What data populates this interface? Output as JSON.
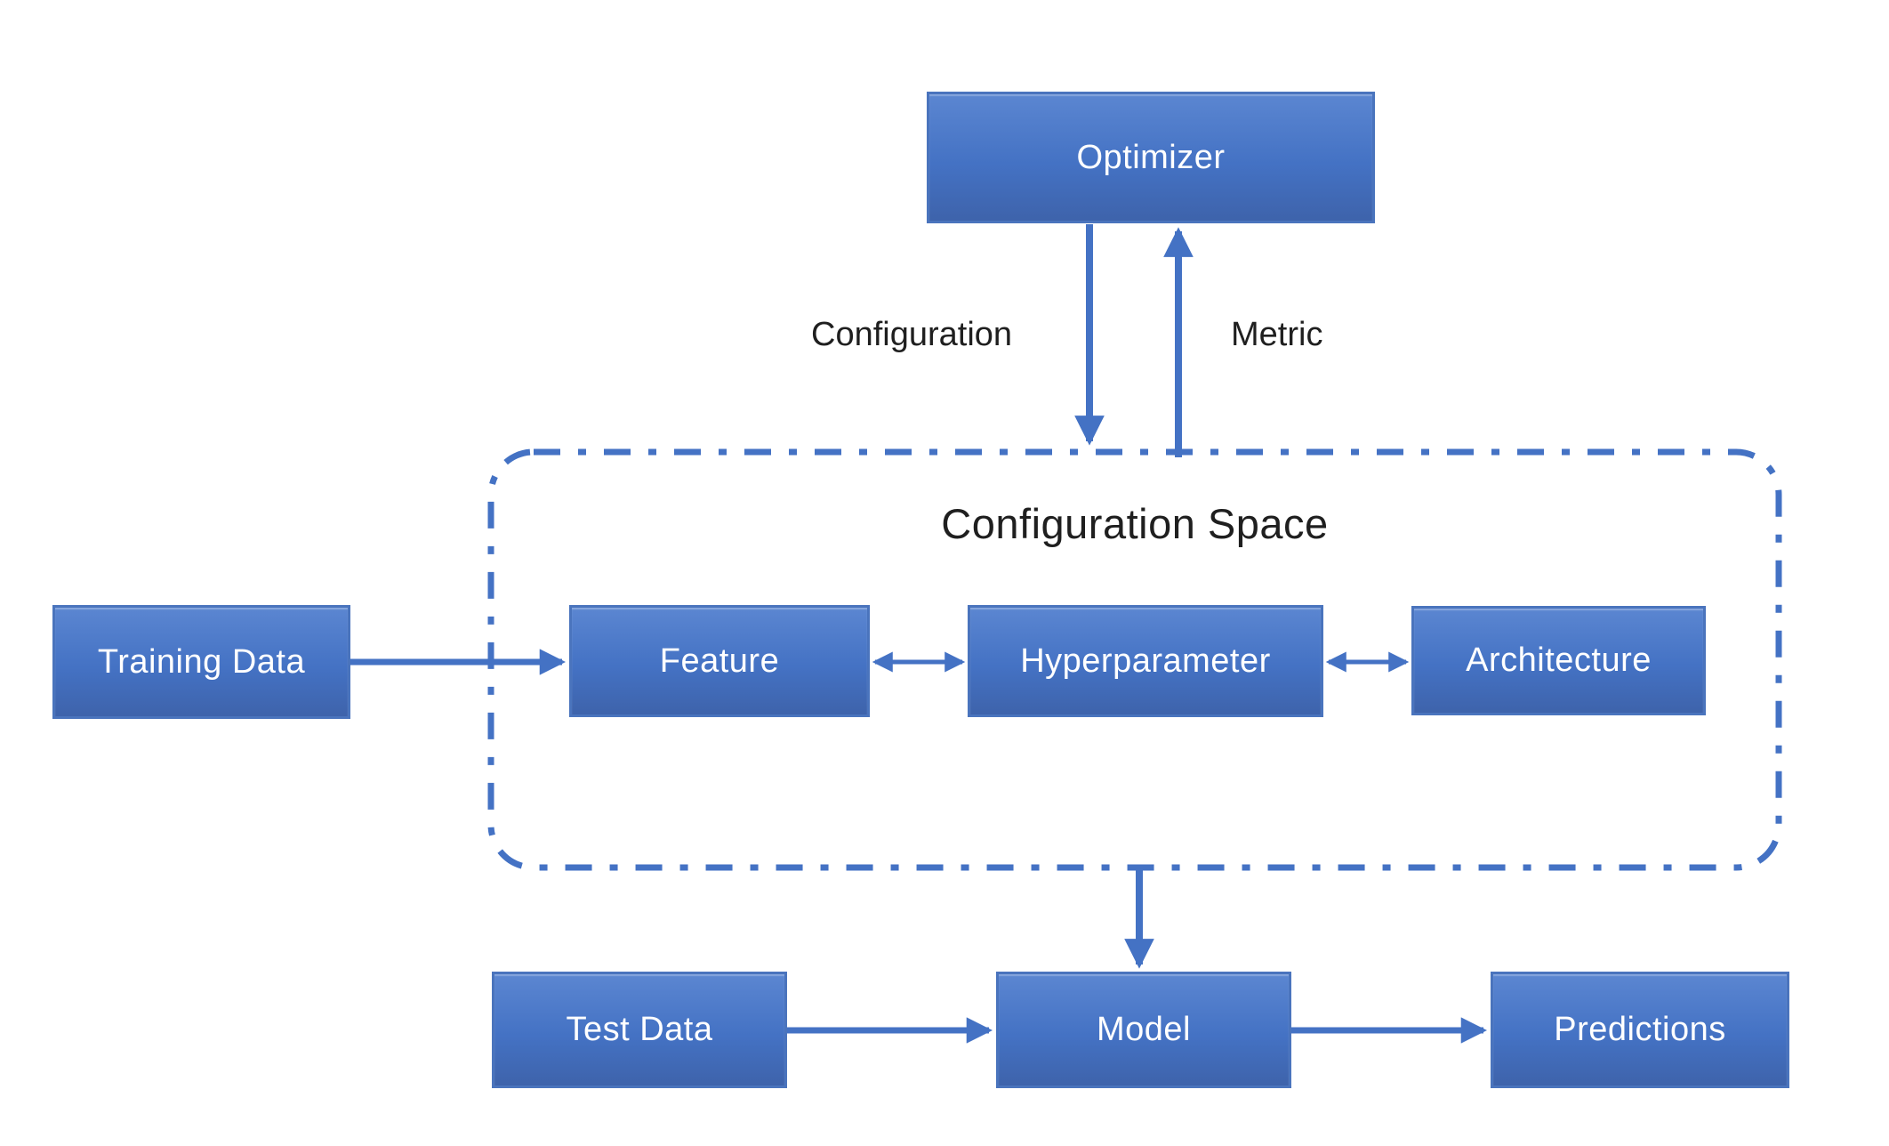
{
  "diagram": {
    "title": "Configuration Space",
    "nodes": {
      "optimizer": {
        "label": "Optimizer"
      },
      "training_data": {
        "label": "Training Data"
      },
      "feature": {
        "label": "Feature"
      },
      "hyperparameter": {
        "label": "Hyperparameter"
      },
      "architecture": {
        "label": "Architecture"
      },
      "test_data": {
        "label": "Test Data"
      },
      "model": {
        "label": "Model"
      },
      "predictions": {
        "label": "Predictions"
      }
    },
    "edge_labels": {
      "configuration": "Configuration",
      "metric": "Metric"
    },
    "edges": [
      "Optimizer -> Configuration Space (Configuration)",
      "Configuration Space -> Optimizer (Metric)",
      "Training Data -> Feature",
      "Feature <-> Hyperparameter",
      "Hyperparameter <-> Architecture",
      "Configuration Space -> Model",
      "Test Data -> Model",
      "Model -> Predictions"
    ],
    "colors": {
      "background": "#ffffff",
      "node_fill": "#4472c4",
      "node_fill_top": "#5b86d1",
      "node_fill_bottom": "#3e63ab",
      "node_border": "#4a74bd",
      "node_text": "#ffffff",
      "arrow": "#4472c4",
      "label_text": "#1f1f1f"
    }
  }
}
